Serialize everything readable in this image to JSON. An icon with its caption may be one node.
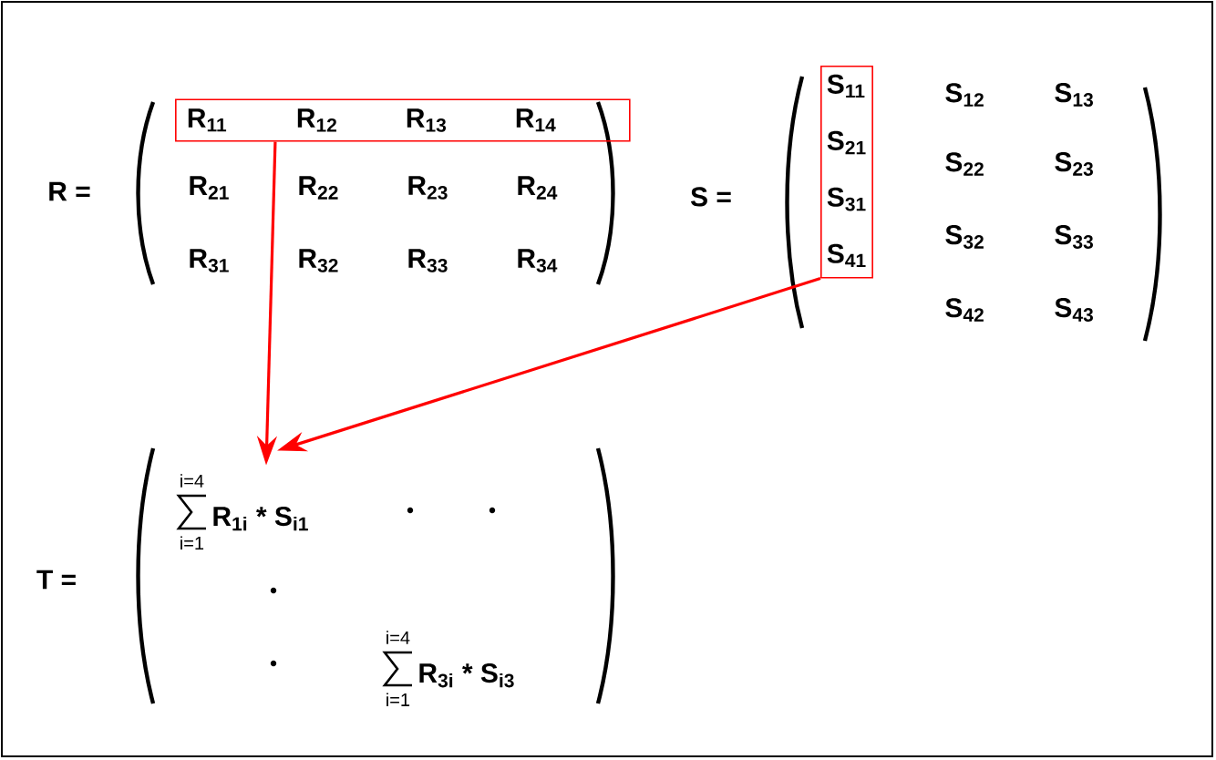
{
  "diagram": {
    "nodes": [
      {
        "text": [
          "R$_{11}$",
          "R$_{12}$",
          "R$_{13}$",
          "R$_{14}$"
        ]
      },
      {
        "text": [
          "S$_{11}$",
          "S$_{21}$",
          "S$_{31}$",
          "S$_{41}$"
        ]
      },
      {
        "text": [
          "i=4",
          "R$_{1i}$ * S$_{i1}$",
          "i=1"
        ]
      }
    ],
    "edges": [
      {
        "from": 0,
        "to": 2,
        "arrow": "to"
      },
      {
        "from": 1,
        "to": 2,
        "arrow": "to"
      }
    ],
    "labels": [
      "R =",
      "R$_{21}$",
      "R$_{22}$",
      "R$_{23}$",
      "R$_{24}$",
      "R$_{31}$",
      "R$_{32}$",
      "R$_{33}$",
      "R$_{34}$",
      "S =",
      "S$_{12}$",
      "S$_{13}$",
      "S$_{22}$",
      "S$_{23}$",
      "S$_{32}$",
      "S$_{33}$",
      "S$_{42}$",
      "S$_{43}$",
      "T =",
      "i=4",
      "R$_{3i}$ * S$_{i3}$",
      "i=1"
    ]
  }
}
